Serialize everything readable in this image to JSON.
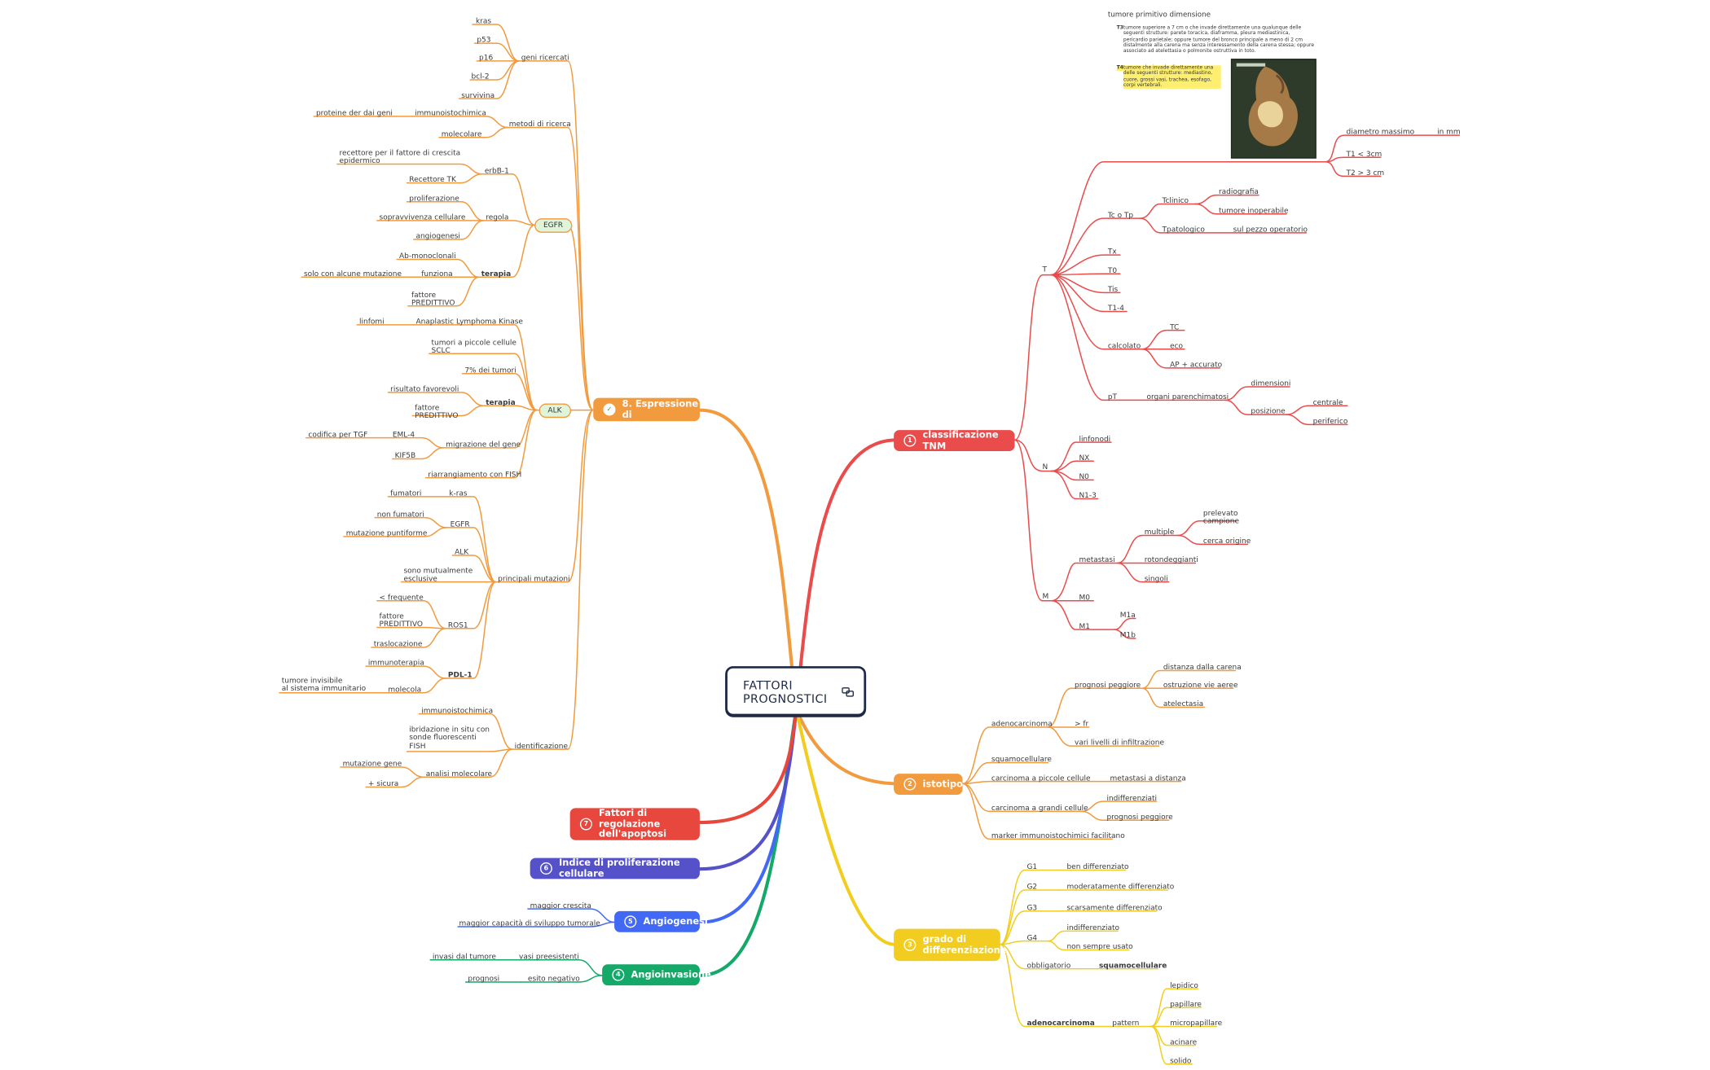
{
  "center": {
    "title_l1": "FATTORI",
    "title_l2": "PROGNOSTICI",
    "icon": "link-icon"
  },
  "colors": {
    "red": "#ea4b4b",
    "orange": "#f19a3e",
    "yellow": "#f2cd1f",
    "green": "#14a869",
    "blue": "#4169f5",
    "indigo": "#5451c9",
    "darkred": "#e7473d"
  },
  "branches": {
    "tnm": {
      "num": "1",
      "label": "classificazione TNM"
    },
    "istotipo": {
      "num": "2",
      "label": "istotipo"
    },
    "grado": {
      "num": "3",
      "label_l1": "grado di",
      "label_l2": "differenziazione"
    },
    "angioinvasione": {
      "num": "4",
      "label": "Angioinvasione"
    },
    "angiogenesi": {
      "num": "5",
      "label": "Angiogenesi"
    },
    "indice": {
      "num": "6",
      "label": "Indice di proliferazione cellulare"
    },
    "apoptosi": {
      "num": "7",
      "label_l1": "Fattori di regolazione",
      "label_l2": "dell'apoptosi"
    },
    "espressione": {
      "num": "8",
      "label": "8. Espressione di"
    }
  },
  "note": {
    "title": "tumore primitivo dimensione",
    "t3_tag": "T3",
    "t3_text": "tumore superiore a 7 cm o che invade direttamente una qualunque delle seguenti strutture: parete toracica, diaframma, pleura mediastinica, pericardio parietale; oppure tumore del bronco principale a meno di 2 cm distalmente alla carena ma senza interessamento della carena stessa; oppure associato ad atelettasia o polmonite ostruttiva in toto.",
    "t4_tag": "T4",
    "t4_text": "tumore che invade direttamente una delle seguenti strutture: mediastino, cuore, grossi vasi, trachea, esofago, corpi vertebrali."
  },
  "tnm": {
    "T": "T",
    "diametro": "diametro massimo",
    "in_mm": "in mm",
    "t1": "T1 < 3cm",
    "t2": "T2 > 3 cm",
    "tc_tp": "Tc o Tp",
    "tclinico": "Tclinico",
    "radiografia": "radiografia",
    "tumore_inop": "tumore inoperabile",
    "tpatologico": "Tpatologico",
    "pezzo": "sul pezzo operatorio",
    "tx": "Tx",
    "t0": "T0",
    "tis": "Tis",
    "t14": "T1-4",
    "calcolato": "calcolato",
    "tc": "TC",
    "eco": "eco",
    "ap": "AP + accurato",
    "pt": "pT",
    "organi": "organi parenchimatosi",
    "dimensioni": "dimensioni",
    "posizione": "posizione",
    "centrale": "centrale",
    "periferico": "periferico",
    "N": "N",
    "linfonodi": "linfonodi",
    "nx": "NX",
    "n0": "N0",
    "n13": "N1-3",
    "M": "M",
    "metastasi": "metastasi",
    "multiple": "multiple",
    "prelevato_l1": "prelevato",
    "prelevato_l2": "campione",
    "cerca": "cerca origine",
    "tondeggianti": "rotondeggianti",
    "singoli": "singoli",
    "m0": "M0",
    "m1": "M1",
    "m1a": "M1a",
    "m1b": "M1b"
  },
  "istotipo": {
    "adenocarcinoma": "adenocarcinoma",
    "prognosi_peggiore": "prognosi peggiore",
    "distanza": "distanza dalla carena",
    "ostruzione": "ostruzione vie aeree",
    "atelectasia": "atelectasia",
    "fr": "> fr",
    "vari": "vari livelli di infiltrazione",
    "squamo": "squamocellulare",
    "piccole": "carcinoma a piccole cellule",
    "metastasi_distanza": "metastasi a distanza",
    "grandi": "carcinoma a grandi cellule",
    "indiff": "indifferenziati",
    "prognosi2": "prognosi peggiore",
    "marker": "marker immunoistochimici facilitano"
  },
  "grado": {
    "g1": "G1",
    "g1t": "ben differenziato",
    "g2": "G2",
    "g2t": "moderatamente differenziato",
    "g3": "G3",
    "g3t": "scarsamente differenziato",
    "g4": "G4",
    "g4a": "indifferenziato",
    "g4b": "non sempre usato",
    "obbligatorio": "obbligatorio",
    "squamocellulare": "squamocellulare",
    "adeno": "adenocarcinoma",
    "pattern": "pattern",
    "lepidico": "lepidico",
    "papillare": "papillare",
    "micropapillare": "micropapillare",
    "acinare": "acinare",
    "solido": "solido"
  },
  "angioinvasione": {
    "vasi": "vasi preesistenti",
    "invasi": "invasi dal tumore",
    "esito": "esito negativo",
    "prognosi": "prognosi"
  },
  "angiogenesi": {
    "crescita": "maggior crescita",
    "capacita": "maggior capacità di sviluppo tumorale"
  },
  "espressione": {
    "geni": "geni ricercati",
    "kras": "kras",
    "p53": "p53",
    "p16": "p16",
    "bcl2": "bcl-2",
    "survivina": "survivina",
    "metodi": "metodi di ricerca",
    "immuno": "immunoistochimica",
    "proteine": "proteine der dai geni",
    "molecolare": "molecolare",
    "egfr": "EGFR",
    "erbb1": "erbB-1",
    "recettore_l1": "recettore per il fattore di crescita",
    "recettore_l2": "epidermico",
    "recettore_tk": "Recettore TK",
    "regola": "regola",
    "prolif": "proliferazione",
    "soprav": "sopravvivenza cellulare",
    "angio": "angiogenesi",
    "terapia": "terapia",
    "ab": "Ab-monoclonali",
    "funziona": "funziona",
    "solo": "solo con alcune mutazione",
    "fattore_l1": "fattore",
    "fattore_l2": "PREDITTIVO",
    "alk": "ALK",
    "anaplastic": "Anaplastic Lymphoma Kinase",
    "linfomi": "linfomi",
    "tumori_l1": "tumori a piccole cellule",
    "tumori_l2": "SCLC",
    "sette": "7% dei tumori",
    "terapia2": "terapia",
    "risultato": "risultato favorevoli",
    "fattore2_l1": "fattore",
    "fattore2_l2": "PREDITTIVO",
    "migrazione": "migrazione del gene",
    "eml4": "EML-4",
    "codifica": "codifica per TGF",
    "kif5b": "KIF5B",
    "riarrang": "riarrangiamento con FISH",
    "principali": "principali mutazioni",
    "k_ras": "k-ras",
    "fumatori": "fumatori",
    "egfr2": "EGFR",
    "non_fumatori": "non fumatori",
    "puntiforme": "mutazione puntiforme",
    "alk2": "ALK",
    "mutual_l1": "sono mutualmente",
    "mutual_l2": "esclusive",
    "ros1": "ROS1",
    "frequente": "< frequente",
    "fattore3_l1": "fattore",
    "fattore3_l2": "PREDITTIVO",
    "traslocazione": "traslocazione",
    "pdl1": "PDL-1",
    "immunoterapia": "immunoterapia",
    "molecola": "molecola",
    "invisibile_l1": "tumore invisibile",
    "invisibile_l2": "al sistema immunitario",
    "identificazione": "identificazione",
    "immuno2": "immunoistochimica",
    "ibrid_l1": "ibridazione in situ con",
    "ibrid_l2": "sonde fluorescenti",
    "ibrid_l3": "FISH",
    "analisi": "analisi molecolare",
    "mutazione_gene": "mutazione gene",
    "sicura": "+ sicura"
  }
}
